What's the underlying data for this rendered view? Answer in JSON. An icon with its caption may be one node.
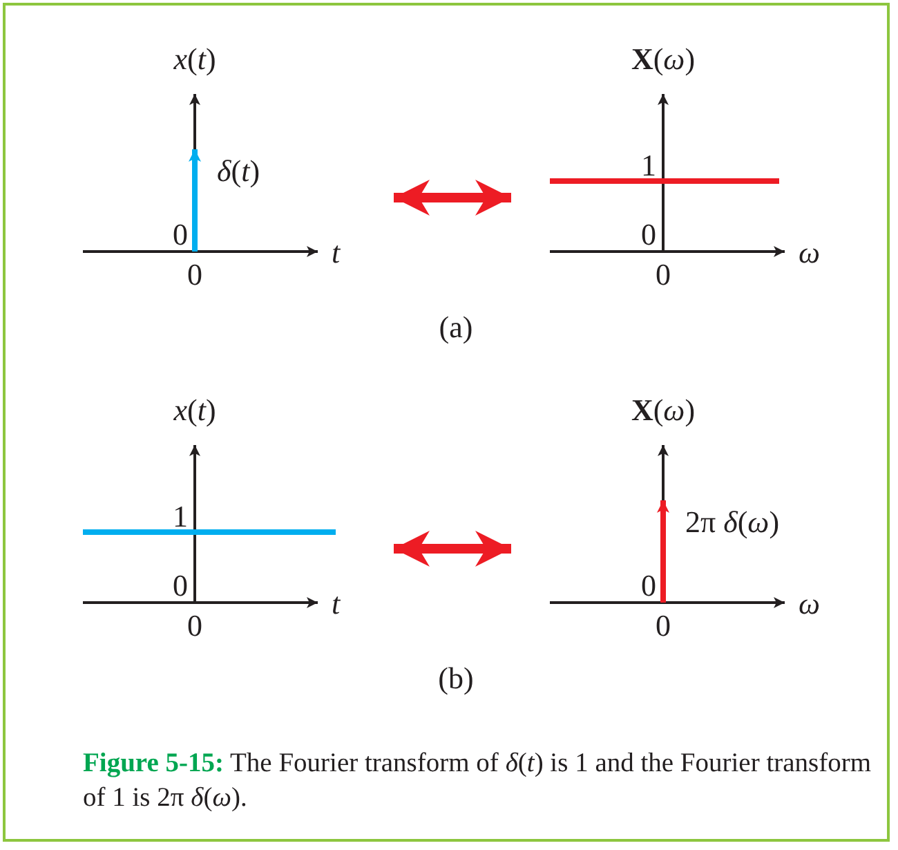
{
  "diagram": {
    "caption": "**Figure 5-15:** The Fourier transform of *δ*(*t*) is 1 and the Fourier transform of 1 is 2π *δ*(*ω*).",
    "nodes": [
      {
        "text": [
          "*x*(*t*)",
          "*δ*(*t*)",
          "0",
          "0",
          "t"
        ]
      },
      {
        "text": [
          "**X**(*ω*)",
          "1",
          "0",
          "0",
          "ω"
        ]
      },
      {
        "text": [
          "*x*(*t*)",
          "1",
          "0",
          "0",
          "t"
        ]
      },
      {
        "text": [
          "**X**(*ω*)",
          "2π *δ*(*ω*)",
          "0",
          "0",
          "ω"
        ]
      }
    ],
    "edges": [
      {
        "from": 0,
        "to": 1,
        "arrow": "both"
      },
      {
        "from": 2,
        "to": 3,
        "arrow": "both"
      }
    ],
    "labels": [
      "(a)",
      "(b)"
    ]
  }
}
